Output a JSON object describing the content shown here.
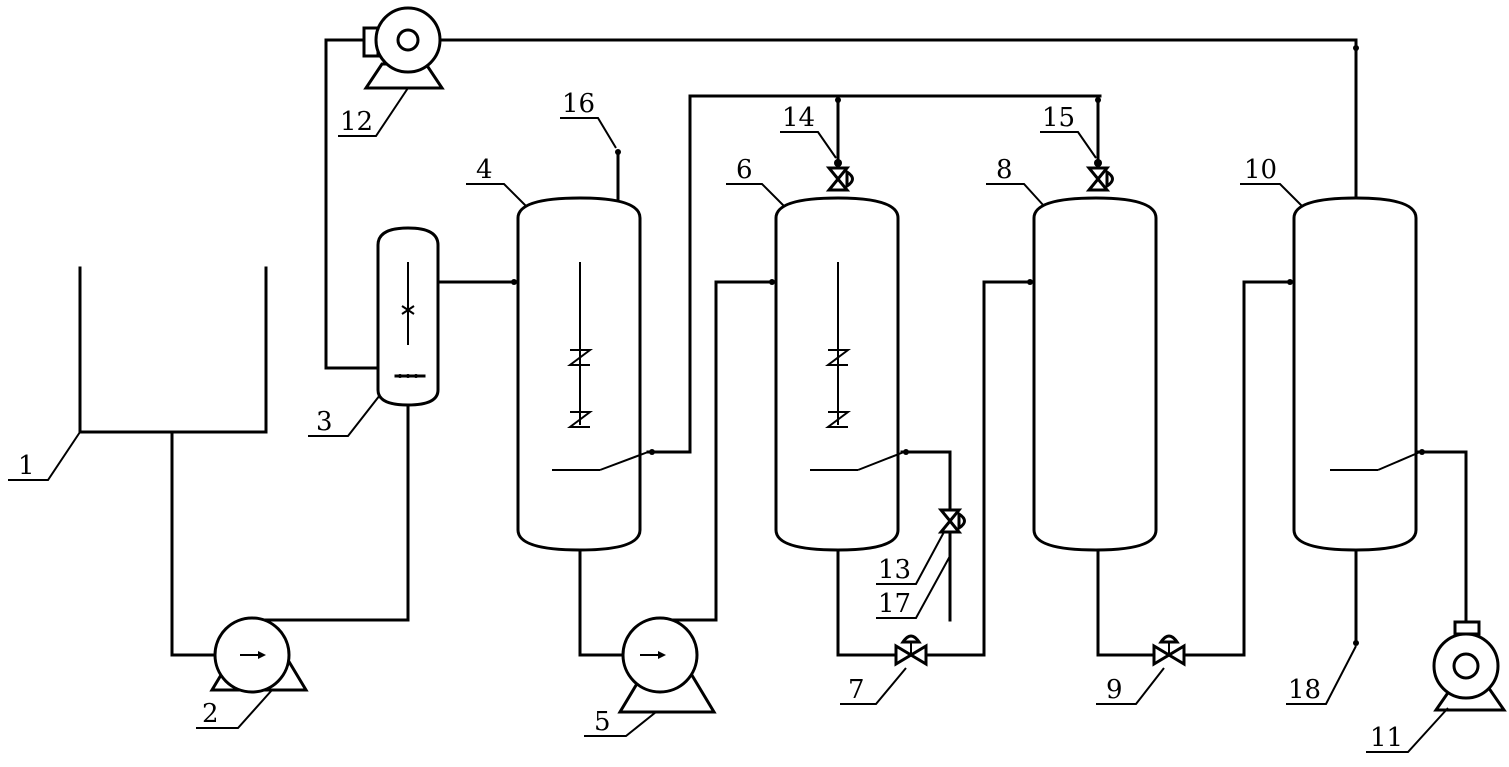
{
  "labels": {
    "l1": "1",
    "l2": "2",
    "l3": "3",
    "l4": "4",
    "l5": "5",
    "l6": "6",
    "l7": "7",
    "l8": "8",
    "l9": "9",
    "l10": "10",
    "l11": "11",
    "l12": "12",
    "l13": "13",
    "l14": "14",
    "l15": "15",
    "l16": "16",
    "l17": "17",
    "l18": "18"
  }
}
